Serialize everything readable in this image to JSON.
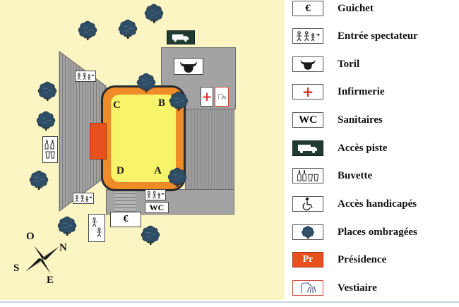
{
  "map": {
    "gates": {
      "a": "A",
      "b": "B",
      "c": "C",
      "d": "D"
    },
    "wc_label": "WC",
    "euro_symbol": "€",
    "icons": {
      "guichet": "euro-icon",
      "spectators": "people-icon",
      "toril": "bull-head-icon",
      "infirmerie": "red-cross-icon",
      "acces_piste": "truck-icon",
      "buvette": "bottles-icon",
      "handicap": "wheelchair-icon",
      "tree": "tree-icon",
      "vestiaire": "shower-icon"
    },
    "colors": {
      "background": "#fbf5c4",
      "arena_sand": "#f7f36a",
      "arena_ring": "#f08c28",
      "stands": "#9c9c9c",
      "presidence": "#e8501e",
      "trees": "#2f4e66"
    }
  },
  "compass": {
    "north": "N",
    "south": "S",
    "east": "E",
    "west": "O"
  },
  "legend": [
    {
      "id": "guichet",
      "label": "Guichet",
      "icon": "euro-icon"
    },
    {
      "id": "entree",
      "label": "Entrée spectateur",
      "icon": "people-icon"
    },
    {
      "id": "toril",
      "label": "Toril",
      "icon": "bull-head-icon"
    },
    {
      "id": "infirmerie",
      "label": "Infirmerie",
      "icon": "red-cross-icon"
    },
    {
      "id": "sanitaires",
      "label": "Sanitaires",
      "icon": "wc-icon",
      "icon_text": "WC"
    },
    {
      "id": "acces-piste",
      "label": "Accès piste",
      "icon": "truck-icon"
    },
    {
      "id": "buvette",
      "label": "Buvette",
      "icon": "bottles-icon"
    },
    {
      "id": "handicapes",
      "label": "Accès handicapés",
      "icon": "wheelchair-icon"
    },
    {
      "id": "ombragees",
      "label": "Places ombragées",
      "icon": "tree-icon"
    },
    {
      "id": "presidence",
      "label": "Présidence",
      "icon": "presidence-icon",
      "icon_text": "Pr"
    },
    {
      "id": "vestiaire",
      "label": "Vestiaire",
      "icon": "shower-icon"
    }
  ]
}
